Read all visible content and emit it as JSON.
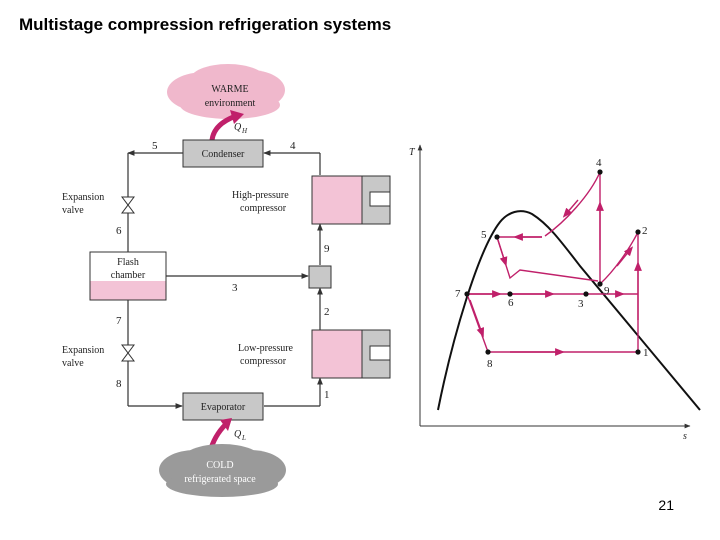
{
  "title": "Multistage compression refrigeration systems",
  "page_number": "21",
  "schematic": {
    "warm_title": "WARME",
    "warm_sub": "environment",
    "qh": "Q",
    "qh_sub": "H",
    "condenser": "Condenser",
    "expansion_valve_top_1": "Expansion",
    "expansion_valve_top_2": "valve",
    "hp_compressor_1": "High-pressure",
    "hp_compressor_2": "compressor",
    "flash_chamber_1": "Flash",
    "flash_chamber_2": "chamber",
    "expansion_valve_bot_1": "Expansion",
    "expansion_valve_bot_2": "valve",
    "lp_compressor_1": "Low-pressure",
    "lp_compressor_2": "compressor",
    "evaporator": "Evaporator",
    "ql": "Q",
    "ql_sub": "L",
    "cold_title": "COLD",
    "cold_sub": "refrigerated space",
    "states": [
      "1",
      "2",
      "3",
      "4",
      "5",
      "6",
      "7",
      "8",
      "9"
    ]
  },
  "ts_diagram": {
    "y_axis": "T",
    "x_axis": "s",
    "points": [
      "1",
      "2",
      "3",
      "4",
      "5",
      "6",
      "7",
      "8",
      "9"
    ]
  },
  "colors": {
    "pink": "#f3c3d6",
    "cloud_pink": "#f0b8cc",
    "cloud_gray": "#9a9a9a",
    "component_gray": "#c8c8c8",
    "arrow_magenta": "#c0206a",
    "line": "#333333"
  }
}
